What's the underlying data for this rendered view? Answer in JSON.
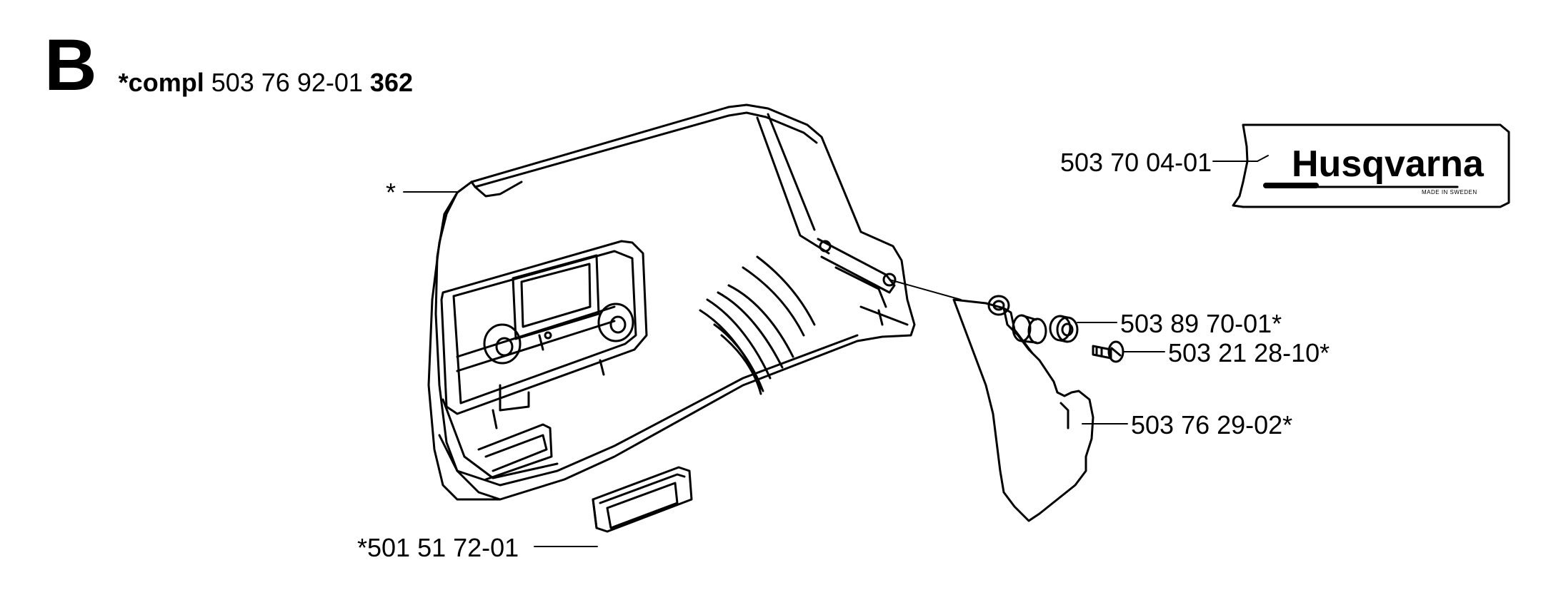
{
  "section": {
    "letter": "B",
    "compl_prefix": "*compl",
    "assembly_number": "503 76 92-01",
    "model": "362"
  },
  "parts": {
    "cover_marker": "*",
    "decal": "503 70 04-01",
    "washer": "503 89 70-01*",
    "screw": "503 21 28-10*",
    "guard_plate": "503 76 29-02*",
    "pad": "*501 51 72-01"
  },
  "decal_text": {
    "brand": "Husqvarna",
    "made_in": "MADE IN SWEDEN"
  }
}
